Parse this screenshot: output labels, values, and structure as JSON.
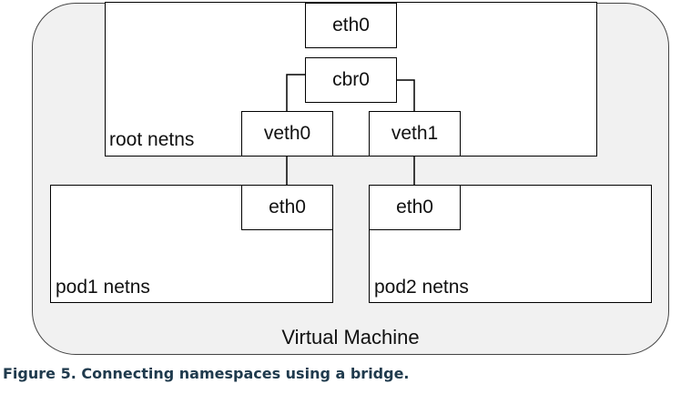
{
  "diagram": {
    "vm_label": "Virtual Machine",
    "root_ns": {
      "label": "root netns",
      "eth0": "eth0",
      "bridge": "cbr0",
      "veth0": "veth0",
      "veth1": "veth1"
    },
    "pod1": {
      "label": "pod1 netns",
      "eth0": "eth0"
    },
    "pod2": {
      "label": "pod2 netns",
      "eth0": "eth0"
    }
  },
  "caption": "Figure 5. Connecting namespaces using a bridge."
}
